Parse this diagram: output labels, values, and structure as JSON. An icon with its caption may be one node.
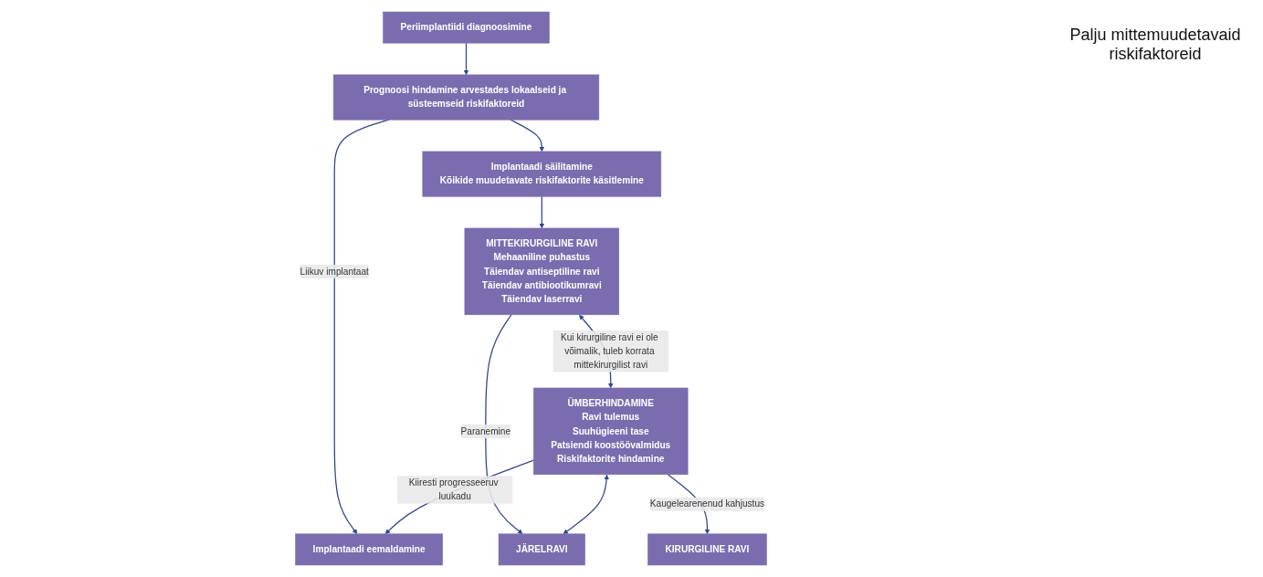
{
  "diagram": {
    "nodes": [
      {
        "text": [
          "Periimplantiidi diagnoosimine"
        ]
      },
      {
        "text": [
          "Prognoosi hindamine arvestades lokaalseid ja süsteemseid riskifaktoreid"
        ]
      },
      {
        "text": [
          "Implantaadi säilitamine",
          "Kõikide muudetavate riskifaktorite käsitlemine"
        ]
      },
      {
        "text": [
          "Implantaadi eemaldamine"
        ]
      },
      {
        "text": [
          "MITTEKIRURGILINE RAVI",
          "Mehaaniline puhastus",
          "Täiendav antiseptiline ravi",
          "Täiendav antibiootikumravi",
          "Täiendav laserravi"
        ]
      },
      {
        "text": [
          "ÜMBERHINDAMINE",
          "Ravi tulemus",
          "Suuhügieeni tase",
          "Patsiendi koostöövalmidus",
          "Riskifaktorite hindamine"
        ]
      },
      {
        "text": [
          "JÄRELRAVI"
        ]
      },
      {
        "text": [
          "KIRURGILINE RAVI"
        ]
      }
    ],
    "edges": [
      {
        "from": 0,
        "to": 1,
        "arrow": "to"
      },
      {
        "from": 1,
        "to": 2,
        "arrow": "to"
      },
      {
        "from": 1,
        "to": 3,
        "arrow": "to",
        "label": "Liikuv implantaat"
      },
      {
        "from": 2,
        "to": 4,
        "arrow": "to"
      },
      {
        "from": 4,
        "to": 5,
        "arrow": "both",
        "label": "Kui kirurgiline ravi ei ole võimalik, tuleb korrata mittekirurgilist ravi"
      },
      {
        "from": 5,
        "to": 3,
        "arrow": "to",
        "label": "Kiiresti progresseeruv luukadu"
      },
      {
        "from": 4,
        "to": 6,
        "arrow": "to",
        "label": "Paranemine"
      },
      {
        "from": 5,
        "to": 6,
        "arrow": "both"
      },
      {
        "from": 5,
        "to": 7,
        "arrow": "to",
        "label": "Kaugelearenenud kahjustus"
      }
    ],
    "labels": [
      "Palju mittemuudetavaid riskifaktoreid"
    ]
  }
}
